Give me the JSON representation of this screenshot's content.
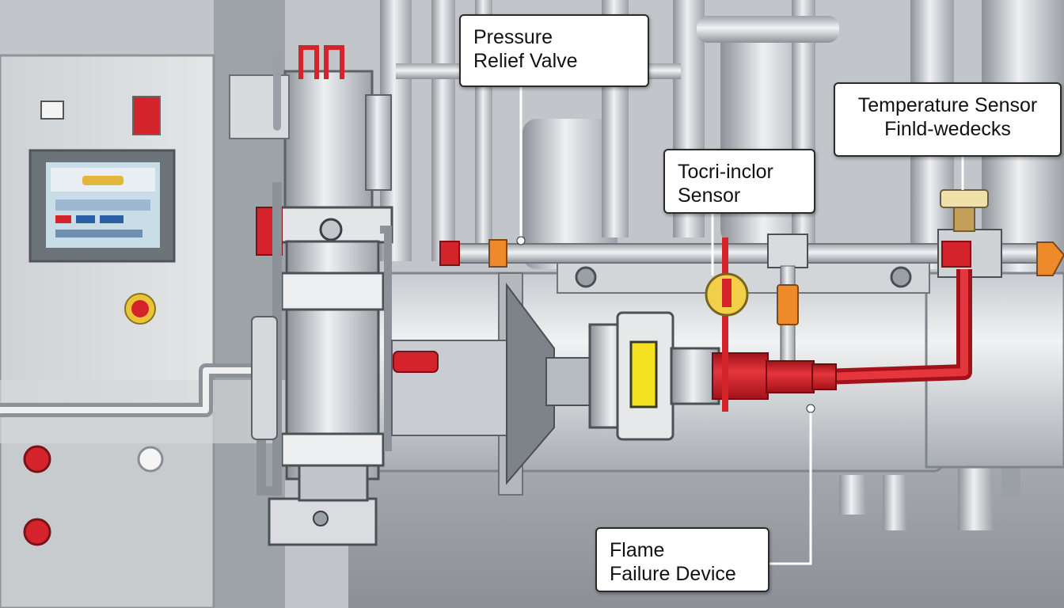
{
  "callouts": {
    "pressure_relief_valve": {
      "line1": "Pressure",
      "line2": "Relief Valve"
    },
    "temperature_sensor": {
      "line1": "Temperature Sensor",
      "line2": "Finld-wedecks"
    },
    "torch_sensor": {
      "line1": "Tocri-inclor",
      "line2": "Sensor"
    },
    "flame_failure": {
      "line1": "Flame",
      "line2": "Failure Device"
    }
  },
  "colors": {
    "background": "#c9ccd0",
    "steel_light": "#e4e6e8",
    "steel_mid": "#b9bdc2",
    "steel_dark": "#8d9298",
    "safety_red": "#d4232b",
    "sensor_yellow": "#f1cf48",
    "orange_fitting": "#ee8a2a"
  },
  "icons": [
    "emergency-stop-icon",
    "red-indicator-light-icon",
    "white-indicator-light-icon",
    "control-screen-icon"
  ]
}
